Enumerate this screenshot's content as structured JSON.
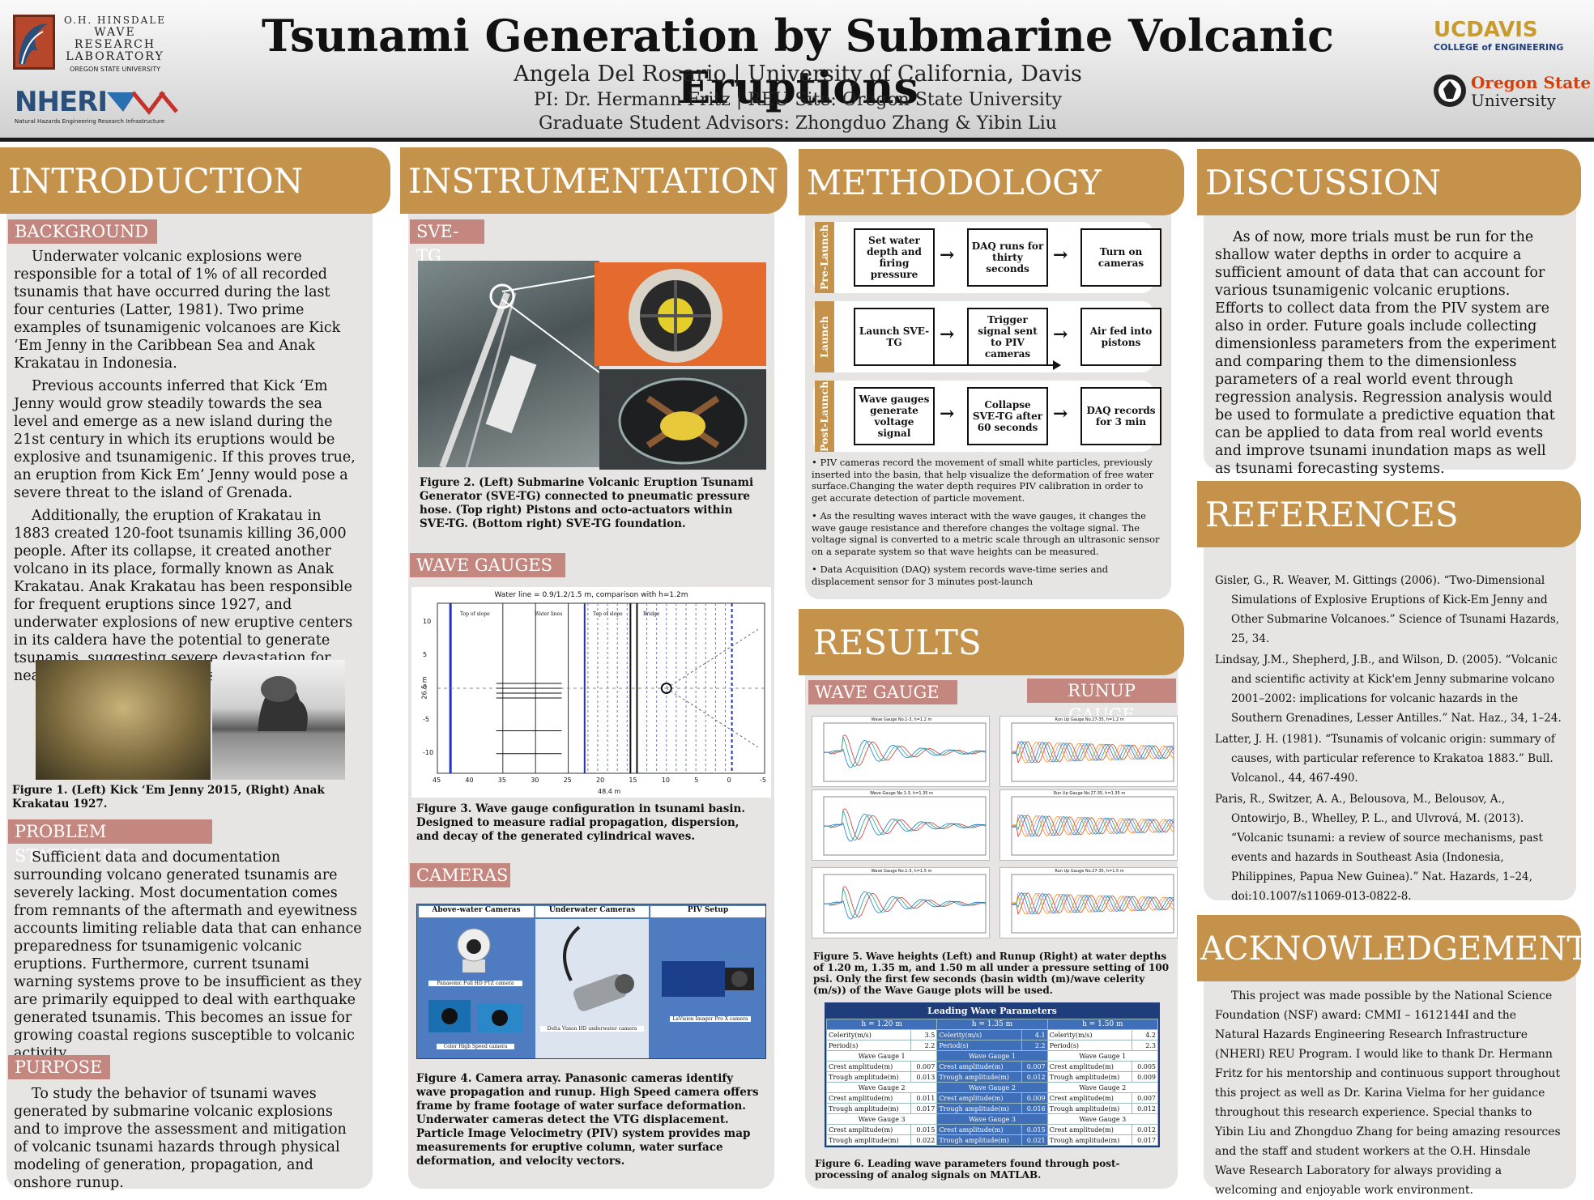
{
  "header": {
    "title": "Tsunami Generation by Submarine Volcanic Eruptions",
    "author": "Angela Del Rosario | University of California, Davis",
    "pi": "PI: Dr. Hermann Fritz | REU Site: Oregon State University",
    "advisors": "Graduate Student Advisors: Zhongduo Zhang & Yibin Liu"
  },
  "logos": {
    "hinsdale_l1": "O.H. HINSDALE",
    "hinsdale_l2": "WAVE RESEARCH",
    "hinsdale_l3": "LABORATORY",
    "hinsdale_l4": "OREGON STATE UNIVERSITY",
    "nheri": "NHERI",
    "nheri_sub": "Natural Hazards Engineering Research Infrastructure",
    "ucdavis": "UCDAVIS",
    "ucdavis_sub": "COLLEGE of ENGINEERING",
    "osu": "Oregon State",
    "osu2": "University"
  },
  "intro": {
    "heading": "INTRODUCTION",
    "background_label": "BACKGROUND",
    "p1": "Underwater volcanic explosions were responsible for a total of 1% of all recorded tsunamis that have occurred during the last four centuries (Latter, 1981). Two prime examples of tsunamigenic volcanoes are Kick ‘Em Jenny in the Caribbean Sea and Anak Krakatau in Indonesia.",
    "p2": "Previous accounts inferred that Kick ‘Em Jenny would grow steadily towards the sea level and emerge as a new island during the 21st century in which its eruptions would be explosive and tsunamigenic. If this proves true, an eruption from Kick Em’ Jenny would pose a severe threat to the island of Grenada.",
    "p3": "Additionally, the eruption of Krakatau in 1883 created 120-foot tsunamis killing 36,000 people. After its collapse, it created another volcano in its place, formally known as Anak Krakatau. Anak Krakatau has been responsible for frequent eruptions since 1927, and underwater explosions of new eruptive centers in its caldera have the potential to generate tsunamis, suggesting severe devastation for nearby coastal communities.",
    "fig1": "Figure 1. (Left) Kick ‘Em Jenny 2015, (Right) Anak Krakatau 1927.",
    "problem_label": "PROBLEM STATEMENT",
    "problem": "Sufficient data and documentation surrounding volcano generated tsunamis are severely lacking. Most documentation comes from remnants of the aftermath and eyewitness accounts limiting reliable data that can enhance preparedness for tsunamigenic volcanic eruptions. Furthermore, current tsunami warning systems prove to be insufficient as they are primarily equipped to deal with earthquake generated tsunamis. This becomes an issue for growing coastal regions susceptible to volcanic activity.",
    "purpose_label": "PURPOSE",
    "purpose": "To study the behavior of tsunami waves generated by submarine volcanic explosions and to improve the assessment and mitigation of volcanic tsunami hazards through physical modeling of generation, propagation, and onshore runup."
  },
  "instr": {
    "heading": "INSTRUMENTATION",
    "svetg_label": "SVE-TG",
    "fig2": "Figure 2. (Left) Submarine Volcanic Eruption Tsunami Generator (SVE-TG) connected to pneumatic pressure hose. (Top right) Pistons and octo-actuators within SVE-TG. (Bottom right) SVE-TG foundation.",
    "gauges_label": "WAVE GAUGES",
    "gauge_plot_title": "Water line = 0.9/1.2/1.5 m, comparison with h=1.2m",
    "gauge_xlabel": "48.4 m",
    "gauge_ylabel": "26.5 m",
    "gauge_xticks": [
      "45",
      "40",
      "35",
      "30",
      "25",
      "20",
      "15",
      "10",
      "5",
      "0",
      "-5"
    ],
    "gauge_yticks": [
      "10",
      "5",
      "0",
      "-5",
      "-10"
    ],
    "gauge_tags": [
      "Top of slope",
      "Water lines",
      "Top of slope",
      "Bridge"
    ],
    "fig3": "Figure 3. Wave gauge configuration in tsunami basin. Designed to measure radial propagation, dispersion, and decay of the generated cylindrical waves.",
    "cameras_label": "CAMERAS",
    "cam_cols": [
      "Above-water Cameras",
      "Underwater Cameras",
      "PIV Setup"
    ],
    "cam_caps": [
      "Panasonic Full HD PTZ camera",
      "Color High Speed camera",
      "Delta Vision HD underwater camera",
      "LaVision Imager Pro X camera"
    ],
    "fig4": "Figure 4. Camera array. Panasonic cameras identify wave propagation and runup. High Speed camera offers frame by frame footage of water surface deformation. Underwater cameras detect the VTG displacement. Particle Image Velocimetry (PIV) system provides map measurements for eruptive column, water surface deformation, and velocity vectors."
  },
  "method": {
    "heading": "METHODOLOGY",
    "rows": [
      {
        "tag": "Pre-Launch",
        "boxes": [
          "Set water depth and firing pressure",
          "DAQ runs for thirty seconds",
          "Turn on cameras"
        ]
      },
      {
        "tag": "Launch",
        "boxes": [
          "Launch SVE-TG",
          "Trigger signal sent to PIV cameras",
          "Air fed into pistons"
        ]
      },
      {
        "tag": "Post-Launch",
        "boxes": [
          "Wave gauges generate voltage signal",
          "Collapse SVE-TG after 60 seconds",
          "DAQ records for 3 min"
        ]
      }
    ],
    "b1": "PIV cameras record the movement of small white particles, previously inserted into the basin, that help visualize the deformation of free water surface.Changing the water depth requires PIV calibration in order to get accurate detection of particle movement.",
    "b2": "As the resulting waves interact with the wave gauges, it changes the wave gauge resistance and therefore changes the voltage signal. The voltage signal is converted to a metric scale through an ultrasonic sensor on a separate system so that wave heights can be measured.",
    "b3": "Data Acquisition (DAQ) system records wave-time series and displacement sensor for 3 minutes post-launch"
  },
  "results": {
    "heading": "RESULTS",
    "wave_label": "WAVE GAUGE",
    "runup_label": "RUNUP GAUGE",
    "plot_titles": [
      "Wave Gauge No.1-3, h=1.2 m",
      "Run Up Gauge No.27-35, h=1.2 m",
      "Wave Gauge No.1-3, h=1.35 m",
      "Run Up Gauge No.27-35, h=1.35 m",
      "Wave Gauge No.1-3, h=1.5 m",
      "Run Up Gauge No.27-35, h=1.5 m"
    ],
    "fig5": "Figure 5. Wave heights (Left) and Runup (Right) at water depths of 1.20 m, 1.35 m, and 1.50 m all under a pressure setting of 100 psi. Only the first few seconds (basin width (m)/wave celerity (m/s)) of the Wave Gauge plots will be used.",
    "table": {
      "title": "Leading Wave Parameters",
      "depths": [
        "h = 1.20 m",
        "h = 1.35 m",
        "h = 1.50 m"
      ],
      "rows": [
        [
          "Celerity(m/s)",
          "3.5",
          "Celerity(m/s)",
          "4.1",
          "Celerity(m/s)",
          "4.2"
        ],
        [
          "Period(s)",
          "2.2",
          "Period(s)",
          "2.2",
          "Period(s)",
          "2.3"
        ],
        [
          "Wave Gauge 1",
          "",
          "Wave Gauge 1",
          "",
          "Wave Gauge 1",
          ""
        ],
        [
          "Crest amplitude(m)",
          "0.007",
          "Crest amplitude(m)",
          "0.007",
          "Crest amplitude(m)",
          "0.005"
        ],
        [
          "Trough amplitude(m)",
          "0.013",
          "Trough amplitude(m)",
          "0.012",
          "Trough amplitude(m)",
          "0.009"
        ],
        [
          "Wave Gauge 2",
          "",
          "Wave Gauge 2",
          "",
          "Wave Gauge 2",
          ""
        ],
        [
          "Crest amplitude(m)",
          "0.011",
          "Crest amplitude(m)",
          "0.009",
          "Crest amplitude(m)",
          "0.007"
        ],
        [
          "Trough amplitude(m)",
          "0.017",
          "Trough amplitude(m)",
          "0.016",
          "Trough amplitude(m)",
          "0.012"
        ],
        [
          "Wave Gauge 3",
          "",
          "Wave Gauge 3",
          "",
          "Wave Gauge 3",
          ""
        ],
        [
          "Crest amplitude(m)",
          "0.015",
          "Crest amplitude(m)",
          "0.015",
          "Crest amplitude(m)",
          "0.012"
        ],
        [
          "Trough amplitude(m)",
          "0.022",
          "Trough amplitude(m)",
          "0.021",
          "Trough amplitude(m)",
          "0.017"
        ]
      ]
    },
    "fig6": "Figure 6. Leading wave parameters found through post-processing of analog signals on MATLAB."
  },
  "discussion": {
    "heading": "DISCUSSION",
    "text": "As of now, more trials must be run for the shallow water depths in order to acquire a sufficient amount of data that can account for various tsunamigenic volcanic eruptions. Efforts to collect data from the PIV system are also in order. Future goals include collecting dimensionless parameters from the experiment and comparing them to the dimensionless parameters of a real world event through regression analysis. Regression analysis would be used to formulate a predictive equation that can be applied to data from real world events and improve tsunami inundation maps as well as tsunami forecasting systems."
  },
  "references": {
    "heading": "REFERENCES",
    "items": [
      "Gisler, G., R. Weaver, M. Gittings (2006). “Two-Dimensional Simulations of Explosive Eruptions of Kick-Em Jenny and Other Submarine Volcanoes.” Science of Tsunami Hazards, 25, 34.",
      "Lindsay, J.M., Shepherd, J.B., and Wilson, D. (2005). “Volcanic and scientific activity at Kick'em Jenny submarine volcano 2001–2002: implications for volcanic hazards in the Southern Grenadines, Lesser Antilles.” Nat. Haz., 34, 1–24.",
      "Latter, J. H. (1981). “Tsunamis of volcanic origin: summary of causes, with particular reference to Krakatoa 1883.” Bull. Volcanol., 44, 467-490.",
      "Paris, R., Switzer, A. A., Belousova, M., Belousov, A., Ontowirjo, B., Whelley, P. L., and Ulvrová, M. (2013). “Volcanic tsunami: a review of source mechanisms, past events and hazards in Southeast Asia (Indonesia, Philippines, Papua New Guinea).” Nat. Hazards, 1–24, doi:10.1007/s11069-013-0822-8."
    ]
  },
  "ack": {
    "heading": "ACKNOWLEDGEMENTS",
    "text": "This project was made possible by the National Science Foundation (NSF) award: CMMI – 1612144I and the Natural Hazards Engineering Research Infrastructure (NHERI) REU Program. I would like to thank Dr. Hermann Fritz for his mentorship and continuous support throughout this project as well as Dr. Karina Vielma for her guidance throughout this research experience. Special thanks to Yibin Liu and Zhongduo Zhang for being amazing resources and the staff and student workers at the O.H. Hinsdale Wave Research Laboratory for always providing a welcoming and enjoyable work environment."
  },
  "colors": {
    "section": "#c4924b",
    "sublabel": "#c4877f",
    "panel": "#e6e5e3",
    "table_head": "#1f3d7a"
  }
}
